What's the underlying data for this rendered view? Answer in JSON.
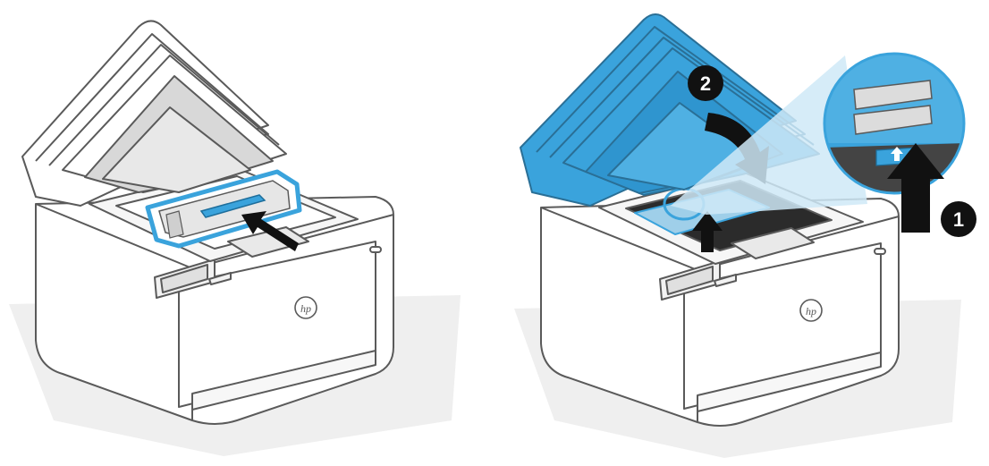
{
  "steps": [
    {
      "number": "1"
    },
    {
      "number": "2"
    }
  ],
  "logo_text": "hp",
  "colors": {
    "accent_blue": "#3aa3dc",
    "accent_blue_light": "#7cc6ee",
    "outline": "#5a5a5a",
    "shadow": "#eaeaea",
    "arrow": "#111111",
    "callout_fill": "#cfe9f7"
  }
}
